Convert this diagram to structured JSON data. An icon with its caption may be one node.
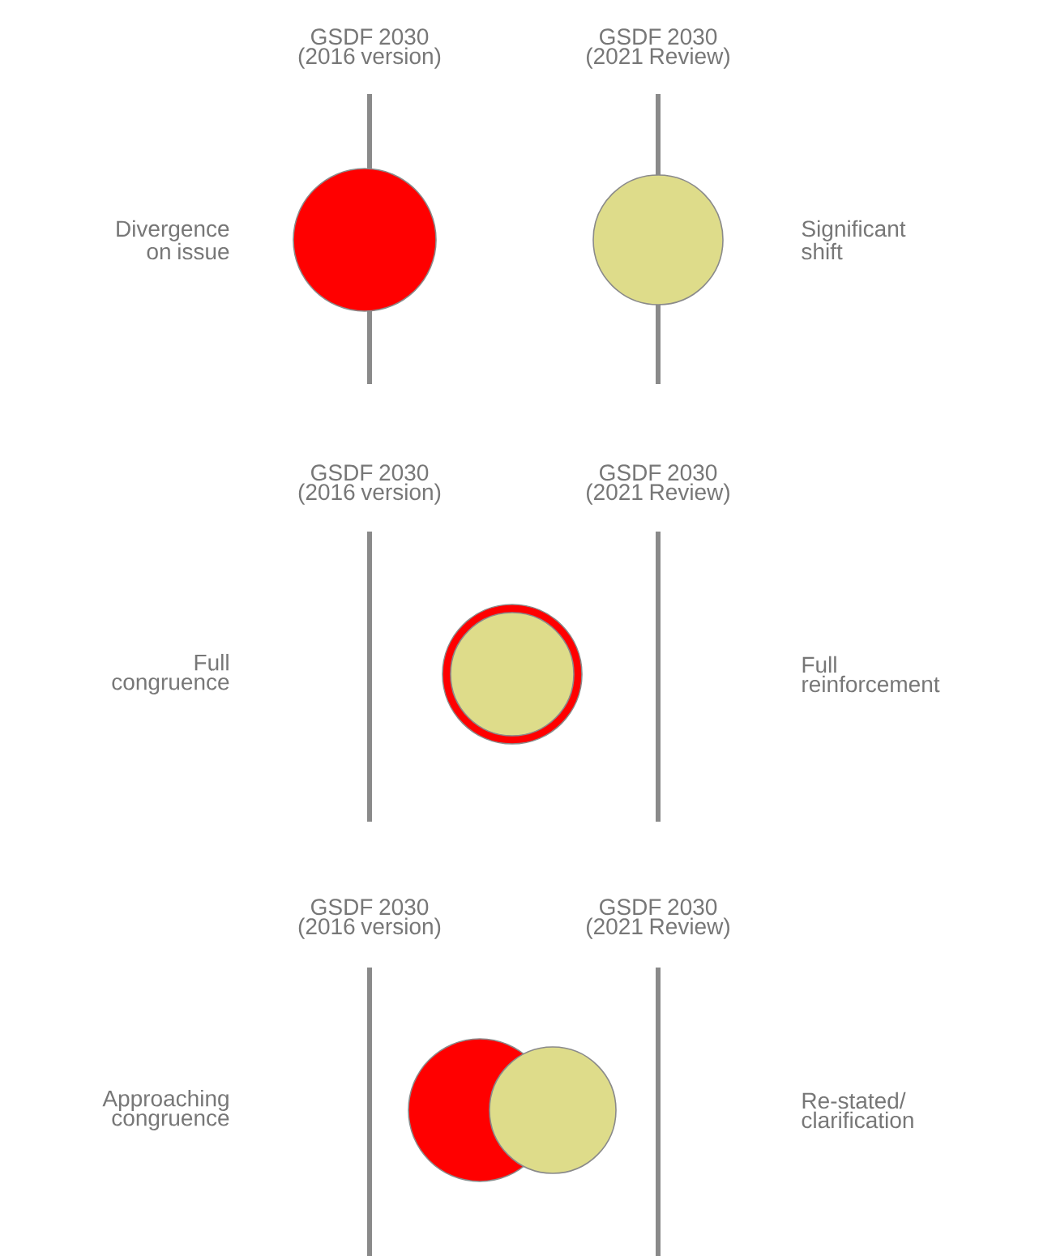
{
  "diagram": {
    "labels": [
      "GSDF 2030 (2016 version)",
      "GSDF 2030 (2021 Review)",
      "Divergence on issue",
      "Significant shift",
      "GSDF 2030 (2016 version)",
      "GSDF 2030 (2021 Review)",
      "Full congruence",
      "Full reinforcement",
      "GSDF 2030 (2016 version)",
      "GSDF 2030 (2021 Review)",
      "Approaching congruence",
      "Re-stated/ clarification"
    ]
  }
}
